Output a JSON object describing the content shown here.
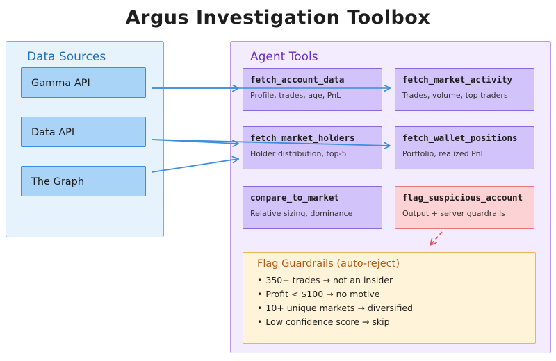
{
  "title": "Argus Investigation Toolbox",
  "data_sources": {
    "title": "Data Sources",
    "items": [
      "Gamma API",
      "Data API",
      "The Graph"
    ]
  },
  "agent_tools": {
    "title": "Agent Tools",
    "tools": [
      {
        "name": "fetch_account_data",
        "desc": "Profile, trades, age, PnL"
      },
      {
        "name": "fetch_market_activity",
        "desc": "Trades, volume, top traders"
      },
      {
        "name": "fetch_market_holders",
        "desc": "Holder distribution, top-5"
      },
      {
        "name": "fetch_wallet_positions",
        "desc": "Portfolio, realized PnL"
      },
      {
        "name": "compare_to_market",
        "desc": "Relative sizing, dominance"
      },
      {
        "name": "flag_suspicious_account",
        "desc": "Output + server guardrails"
      }
    ]
  },
  "guardrails": {
    "title": "Flag Guardrails (auto-reject)",
    "rules": [
      "350+ trades → not an insider",
      "Profit < $100 → no motive",
      "10+ unique markets → diversified",
      "Low confidence score → skip"
    ]
  },
  "colors": {
    "source_fill": "#a9d3f7",
    "tool_fill": "#d3c3fb",
    "flag_fill": "#fcd2d4",
    "guard_fill": "#fff3d9",
    "arrow_blue": "#3d8ede",
    "arrow_red": "#e05a5a"
  }
}
